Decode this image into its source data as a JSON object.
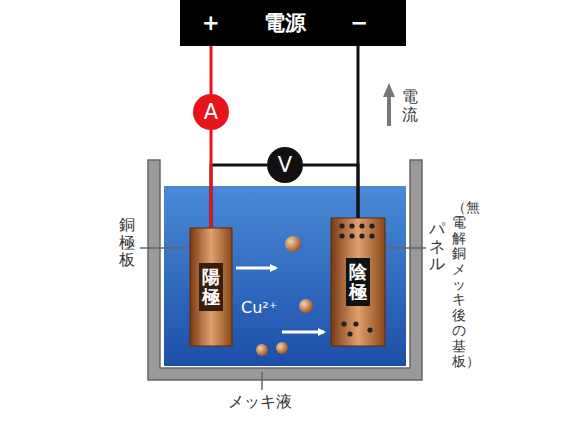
{
  "diagram": {
    "nodes": [
      {
        "text": [
          "+",
          "電源",
          "−"
        ]
      },
      {
        "text": [
          "A"
        ]
      },
      {
        "text": [
          "V"
        ]
      },
      {
        "text": [
          "陽極"
        ]
      },
      {
        "text": [
          "陰極"
        ]
      }
    ],
    "edges": [
      {
        "from": 2,
        "to": 3,
        "arrow": "none"
      },
      {
        "from": 2,
        "to": 4,
        "arrow": "none"
      },
      {
        "from": 0,
        "to": 1,
        "arrow": "none"
      },
      {
        "from": 1,
        "to": 3,
        "arrow": "none"
      },
      {
        "from": 0,
        "to": 4,
        "arrow": "none"
      }
    ],
    "labels": [
      "電流",
      "銅極板",
      "パネル",
      "（無電解銅メッキ後の基板）",
      "Cu²⁺",
      "メッキ液"
    ]
  }
}
